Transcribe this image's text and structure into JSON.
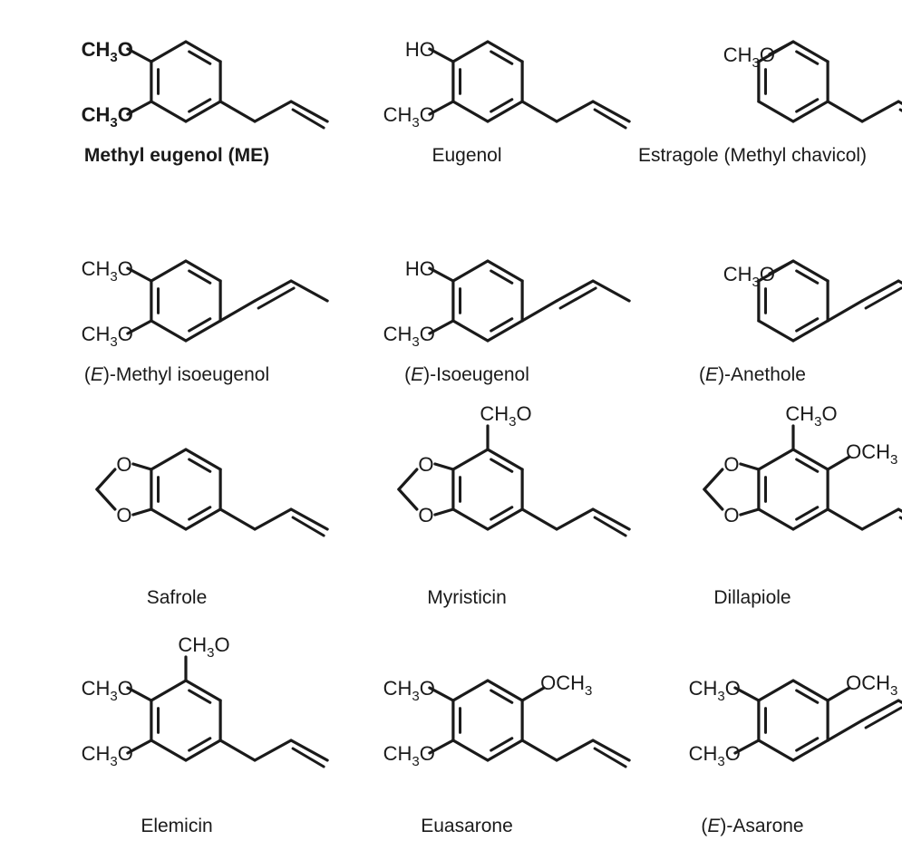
{
  "molecules": [
    {
      "name": "Methyl eugenol (ME)",
      "bold": true,
      "ring": "benzene",
      "chain": "allyl",
      "groups": [
        {
          "pos": "p2",
          "side": "left",
          "text": "CH3O"
        },
        {
          "pos": "p3",
          "side": "left",
          "text": "CH3O"
        }
      ]
    },
    {
      "name": "Eugenol",
      "bold": false,
      "ring": "benzene",
      "chain": "allyl",
      "groups": [
        {
          "pos": "p2",
          "side": "left",
          "text": "HO"
        },
        {
          "pos": "p3",
          "side": "left",
          "text": "CH3O"
        }
      ]
    },
    {
      "name": "Estragole (Methyl chavicol)",
      "bold": false,
      "ring": "benzene",
      "chain": "allyl",
      "groups": [
        {
          "pos": "p1",
          "side": "left",
          "text": "CH3O"
        }
      ]
    },
    {
      "name": "(E)-Methyl isoeugenol",
      "italic_prefix": "E",
      "bold": false,
      "ring": "benzene",
      "chain": "propenyl",
      "groups": [
        {
          "pos": "p2",
          "side": "left",
          "text": "CH3O"
        },
        {
          "pos": "p3",
          "side": "left",
          "text": "CH3O"
        }
      ]
    },
    {
      "name": "(E)-Isoeugenol",
      "italic_prefix": "E",
      "bold": false,
      "ring": "benzene",
      "chain": "propenyl",
      "groups": [
        {
          "pos": "p2",
          "side": "left",
          "text": "HO"
        },
        {
          "pos": "p3",
          "side": "left",
          "text": "CH3O"
        }
      ]
    },
    {
      "name": "(E)-Anethole",
      "italic_prefix": "E",
      "bold": false,
      "ring": "benzene",
      "chain": "propenyl",
      "groups": [
        {
          "pos": "p1",
          "side": "left",
          "text": "CH3O"
        }
      ]
    },
    {
      "name": "Safrole",
      "bold": false,
      "ring": "benzodioxole",
      "chain": "allyl",
      "groups": []
    },
    {
      "name": "Myristicin",
      "bold": false,
      "ring": "benzodioxole",
      "chain": "allyl",
      "groups": [
        {
          "pos": "p1",
          "side": "top",
          "text": "CH3O"
        }
      ]
    },
    {
      "name": "Dillapiole",
      "bold": false,
      "ring": "benzodioxole",
      "chain": "allyl",
      "groups": [
        {
          "pos": "p1",
          "side": "top",
          "text": "CH3O"
        },
        {
          "pos": "p6",
          "side": "right",
          "text": "OCH3"
        }
      ]
    },
    {
      "name": "Elemicin",
      "bold": false,
      "ring": "benzene",
      "chain": "allyl",
      "groups": [
        {
          "pos": "p1",
          "side": "top",
          "text": "CH3O"
        },
        {
          "pos": "p2",
          "side": "left",
          "text": "CH3O"
        },
        {
          "pos": "p3",
          "side": "left",
          "text": "CH3O"
        }
      ]
    },
    {
      "name": "Euasarone",
      "bold": false,
      "ring": "benzene",
      "chain": "allyl",
      "groups": [
        {
          "pos": "p2",
          "side": "left",
          "text": "CH3O"
        },
        {
          "pos": "p3",
          "side": "left",
          "text": "CH3O"
        },
        {
          "pos": "p6",
          "side": "right",
          "text": "OCH3"
        }
      ]
    },
    {
      "name": "(E)-Asarone",
      "italic_prefix": "E",
      "bold": false,
      "ring": "benzene",
      "chain": "propenyl",
      "groups": [
        {
          "pos": "p2",
          "side": "left",
          "text": "CH3O"
        },
        {
          "pos": "p3",
          "side": "left",
          "text": "CH3O"
        },
        {
          "pos": "p6",
          "side": "right",
          "text": "OCH3"
        }
      ]
    }
  ]
}
